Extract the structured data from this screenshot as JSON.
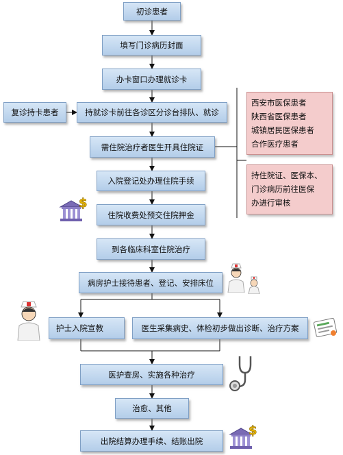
{
  "steps": {
    "s1": "初诊患者",
    "s2": "填写门诊病历封面",
    "s3": "办卡窗口办理就诊卡",
    "s4": "持就诊卡前往各诊区分诊台排队、就诊",
    "s4_side": "复诊持卡患者",
    "s5": "需住院治疗者医生开具住院证",
    "s6": "入院登记处办理住院手续",
    "s7": "住院收费处预交住院押金",
    "s8": "到各临床科室住院治疗",
    "s9": "病房护士接待患者、登记、安排床位",
    "s10a": "护士入院宣教",
    "s10b": "医生采集病史、体检初步做出诊断、治疗方案",
    "s11": "医护查房、实施各种治疗",
    "s12": "治愈、其他",
    "s13": "出院结算办理手续、结账出院"
  },
  "notes": {
    "patients": [
      "西安市医保患者",
      "陕西省医保患者",
      "城镇居民医保患者",
      "合作医疗患者"
    ],
    "review": [
      "持住院证、医保本、",
      "门诊病历前往医保",
      "办进行审核"
    ]
  },
  "icons": [
    "money-building-icon",
    "nurse-icon",
    "nurse-icon",
    "nurse-icon",
    "medical-record-icon",
    "stethoscope-icon",
    "money-building-icon"
  ],
  "colors": {
    "box": "#c4daf0",
    "note": "#f4cccc",
    "line": "#111111"
  }
}
